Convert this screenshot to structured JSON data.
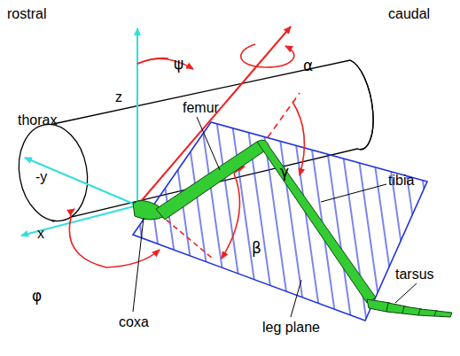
{
  "diagram": {
    "labels": [
      "rostral",
      "caudal",
      "z",
      "ψ",
      "α",
      "femur",
      "thorax",
      "γ",
      "-y",
      "tibia",
      "x",
      "β",
      "φ",
      "coxa",
      "tarsus",
      "leg plane"
    ]
  }
}
